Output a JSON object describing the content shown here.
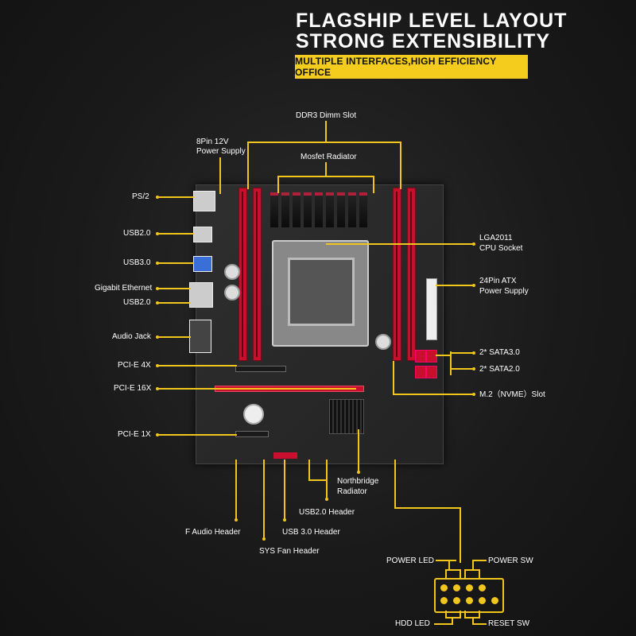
{
  "header": {
    "line1": "FLAGSHIP LEVEL LAYOUT",
    "line2": "STRONG  EXTENSIBILITY",
    "banner": "MULTIPLE INTERFACES,HIGH EFFICIENCY OFFICE"
  },
  "labels": {
    "ddr3": "DDR3 Dimm Slot",
    "pin8_line1": "8Pin 12V",
    "pin8_line2": "Power Supply",
    "mosfet": "Mosfet Radiator",
    "ps2": "PS/2",
    "usb20_top": "USB2.0",
    "usb30": "USB3.0",
    "gigabit": "Gigabit Ethernet",
    "usb20_bottom": "USB2.0",
    "audio_jack": "Audio Jack",
    "pcie4x": "PCI-E 4X",
    "pcie16x": "PCI-E 16X",
    "pcie1x": "PCI-E 1X",
    "lga_line1": "LGA2011",
    "lga_line2": "CPU Socket",
    "atx_line1": "24Pin ATX",
    "atx_line2": "Power Supply",
    "sata3": "2* SATA3.0",
    "sata2": "2* SATA2.0",
    "m2": "M.2（NVME）Slot",
    "northbridge_line1": "Northbridge",
    "northbridge_line2": "Radiator",
    "usb20_header": "USB2.0 Header",
    "faudio": "F Audio Header",
    "usb30_header": "USB 3.0 Header",
    "sysfan": "SYS Fan Header",
    "power_led": "POWER LED",
    "power_sw": "POWER SW",
    "hdd_led": "HDD LED",
    "reset_sw": "RESET SW"
  },
  "colors": {
    "accent": "#f2c51c",
    "banner_bg": "#f4cc1e",
    "slot_red": "#c8102e",
    "background": "#1c1c1c"
  }
}
